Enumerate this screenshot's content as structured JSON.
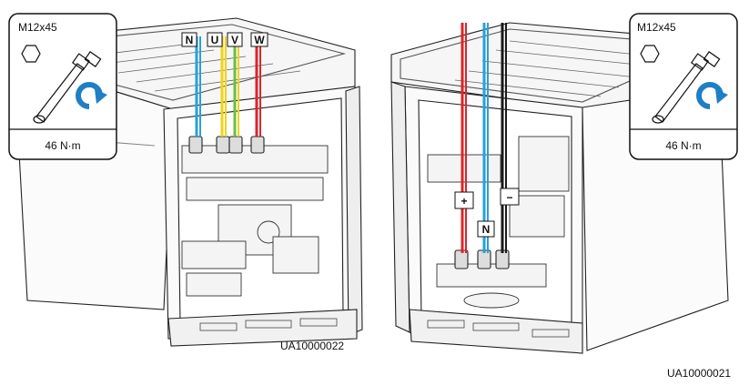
{
  "left_panel": {
    "callout": {
      "bolt_spec": "M12x45",
      "torque": "46 N·m"
    },
    "phase_labels": [
      "N",
      "U",
      "V",
      "W"
    ],
    "figure_id": "UA10000022"
  },
  "right_panel": {
    "callout": {
      "bolt_spec": "M12x45",
      "torque": "46 N·m"
    },
    "dc_labels": {
      "plus": "+",
      "minus": "−",
      "neutral": "N"
    },
    "figure_id": "UA10000021"
  },
  "colors": {
    "neutral_blue": "#2a9fd8",
    "phase_yellow": "#f2d21b",
    "phase_green": "#6cbf3e",
    "phase_red": "#d9262b",
    "dc_black": "#1a1a1a",
    "rotate_icon_blue": "#1f7fc4"
  },
  "icons": [
    "hex-nut-icon",
    "socket-wrench-icon",
    "rotate-clockwise-icon"
  ]
}
